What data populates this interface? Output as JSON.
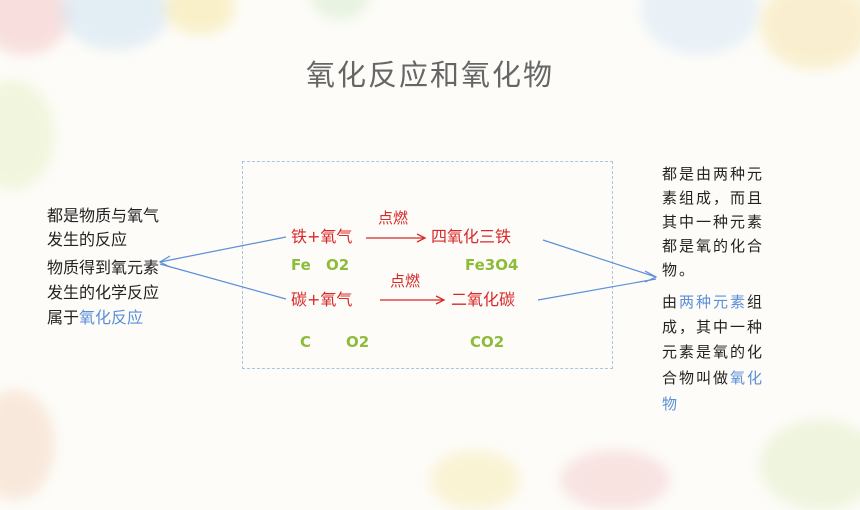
{
  "title": "氧化反应和氧化物",
  "reaction1": {
    "reactants": "铁+氧气",
    "condition": "点燃",
    "product": "四氧化三铁",
    "formula_fe": "Fe",
    "formula_o2": "O2",
    "formula_product": "Fe3O4"
  },
  "reaction2": {
    "reactants": "碳+氧气",
    "condition": "点燃",
    "product": "二氧化碳",
    "formula_c": "C",
    "formula_o2": "O2",
    "formula_product": "CO2"
  },
  "left_note": {
    "line1": "都是物质与氧气",
    "line2": "发生的反应",
    "line3": "物质得到氧元素",
    "line4": "发生的化学反应",
    "line5_prefix": "属于",
    "line5_highlight": "氧化反应"
  },
  "right_note": {
    "line1": "都是由两种元",
    "line2": "素组成，而且",
    "line3": "其中一种元素",
    "line4": "都是氧的化合",
    "line5": "物。",
    "line6_prefix": "由",
    "line6_highlight": "两种元素",
    "line6_suffix": "组",
    "line7": "成，其中一种",
    "line8": "元素是氧的化",
    "line9_prefix": "合物叫做",
    "line9_highlight": "氧化",
    "line10_highlight": "物"
  },
  "colors": {
    "reaction_text": "#d62a2a",
    "formula": "#8dbb3a",
    "highlight": "#5b8fd6",
    "arrow": "#5b8fd6"
  }
}
